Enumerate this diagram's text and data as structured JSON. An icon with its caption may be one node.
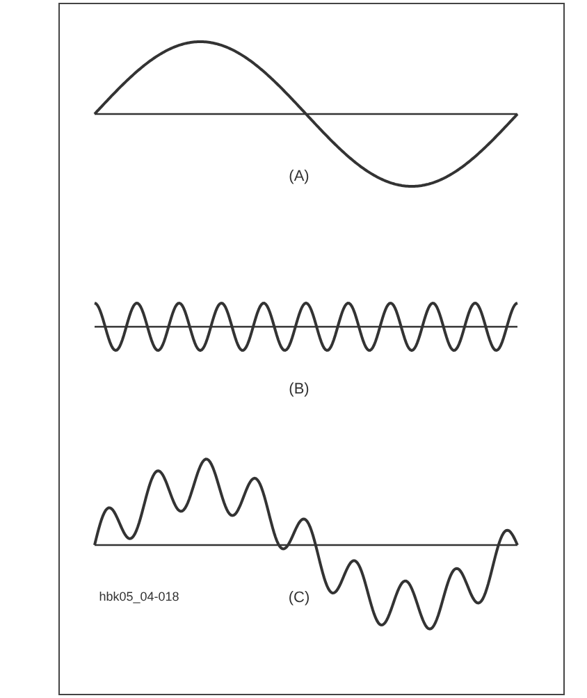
{
  "diagram": {
    "labels": [
      "(A)",
      "(B)",
      "hbk05_04-018",
      "(C)"
    ]
  }
}
